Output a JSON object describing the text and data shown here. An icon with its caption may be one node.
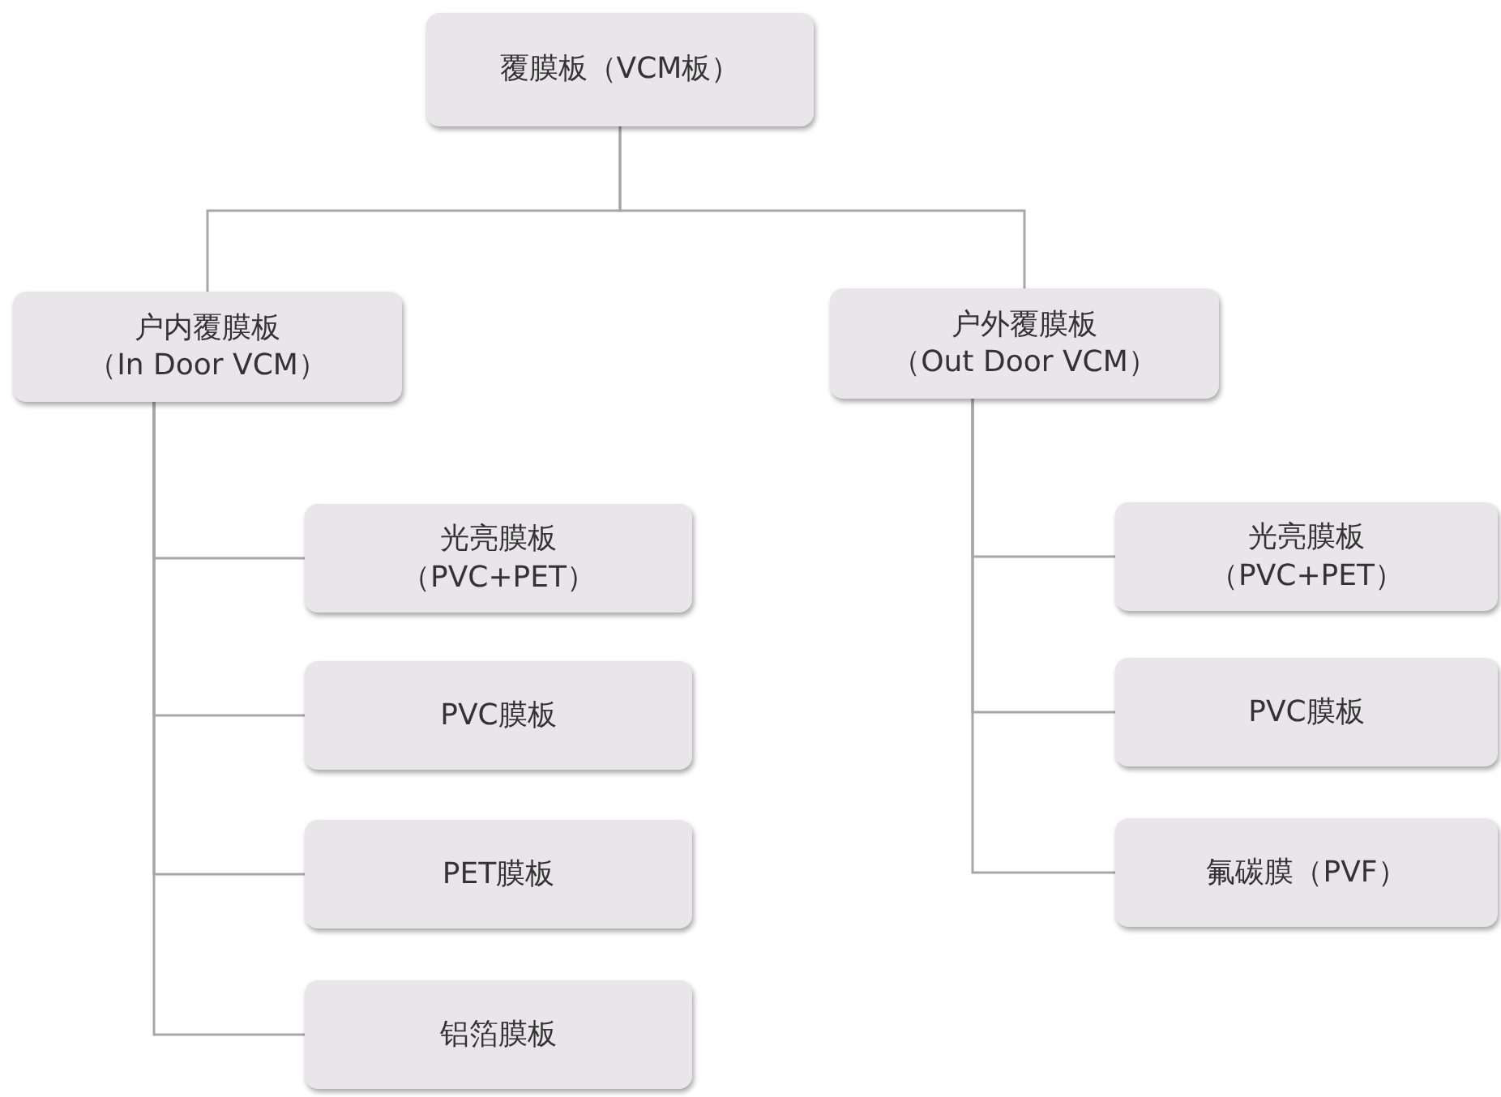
{
  "diagram": {
    "nodes": [
      {
        "text": [
          "覆膜板（VCM板）"
        ]
      },
      {
        "text": [
          "户内覆膜板",
          "（In Door VCM）"
        ]
      },
      {
        "text": [
          "户外覆膜板",
          "（Out Door VCM）"
        ]
      },
      {
        "text": [
          "光亮膜板",
          "（PVC+PET）"
        ]
      },
      {
        "text": [
          "PVC膜板"
        ]
      },
      {
        "text": [
          "PET膜板"
        ]
      },
      {
        "text": [
          "铝箔膜板"
        ]
      },
      {
        "text": [
          "光亮膜板",
          "（PVC+PET）"
        ]
      },
      {
        "text": [
          "PVC膜板"
        ]
      },
      {
        "text": [
          "氟碳膜（PVF）"
        ]
      }
    ],
    "edges": [
      {
        "from": 0,
        "to": 1,
        "arrow": "none"
      },
      {
        "from": 0,
        "to": 2,
        "arrow": "none"
      },
      {
        "from": 1,
        "to": 3,
        "arrow": "none"
      },
      {
        "from": 1,
        "to": 4,
        "arrow": "none"
      },
      {
        "from": 1,
        "to": 5,
        "arrow": "none"
      },
      {
        "from": 1,
        "to": 6,
        "arrow": "none"
      },
      {
        "from": 2,
        "to": 7,
        "arrow": "none"
      },
      {
        "from": 2,
        "to": 8,
        "arrow": "none"
      },
      {
        "from": 2,
        "to": 9,
        "arrow": "none"
      }
    ]
  }
}
